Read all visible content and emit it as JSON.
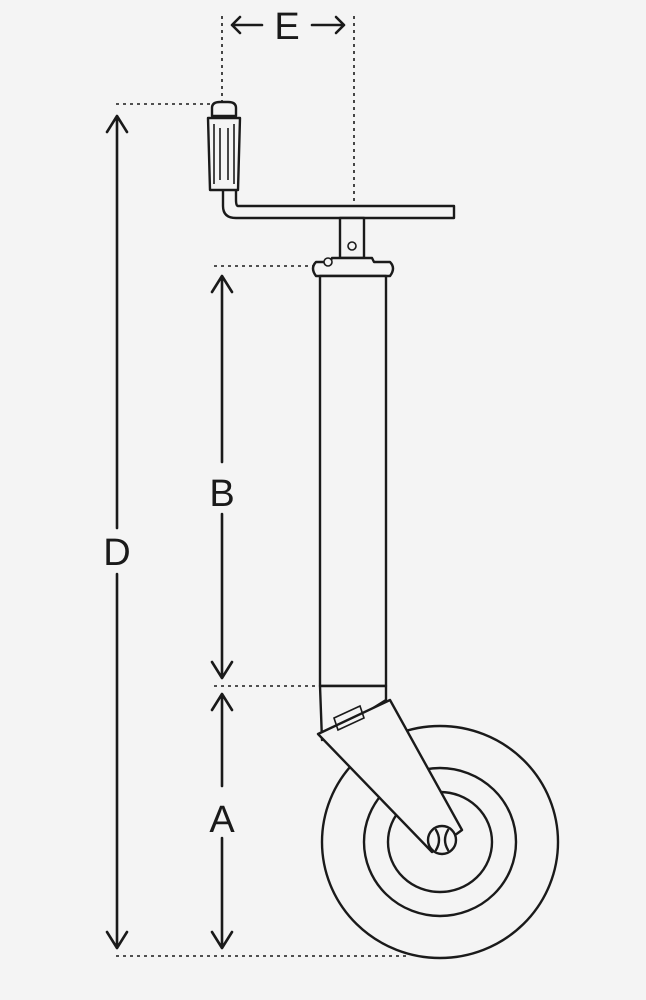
{
  "dimensions": {
    "a": "A",
    "b": "B",
    "d": "D",
    "e": "E"
  },
  "colors": {
    "ink": "#1a1a1a",
    "background": "#f4f4f4"
  }
}
